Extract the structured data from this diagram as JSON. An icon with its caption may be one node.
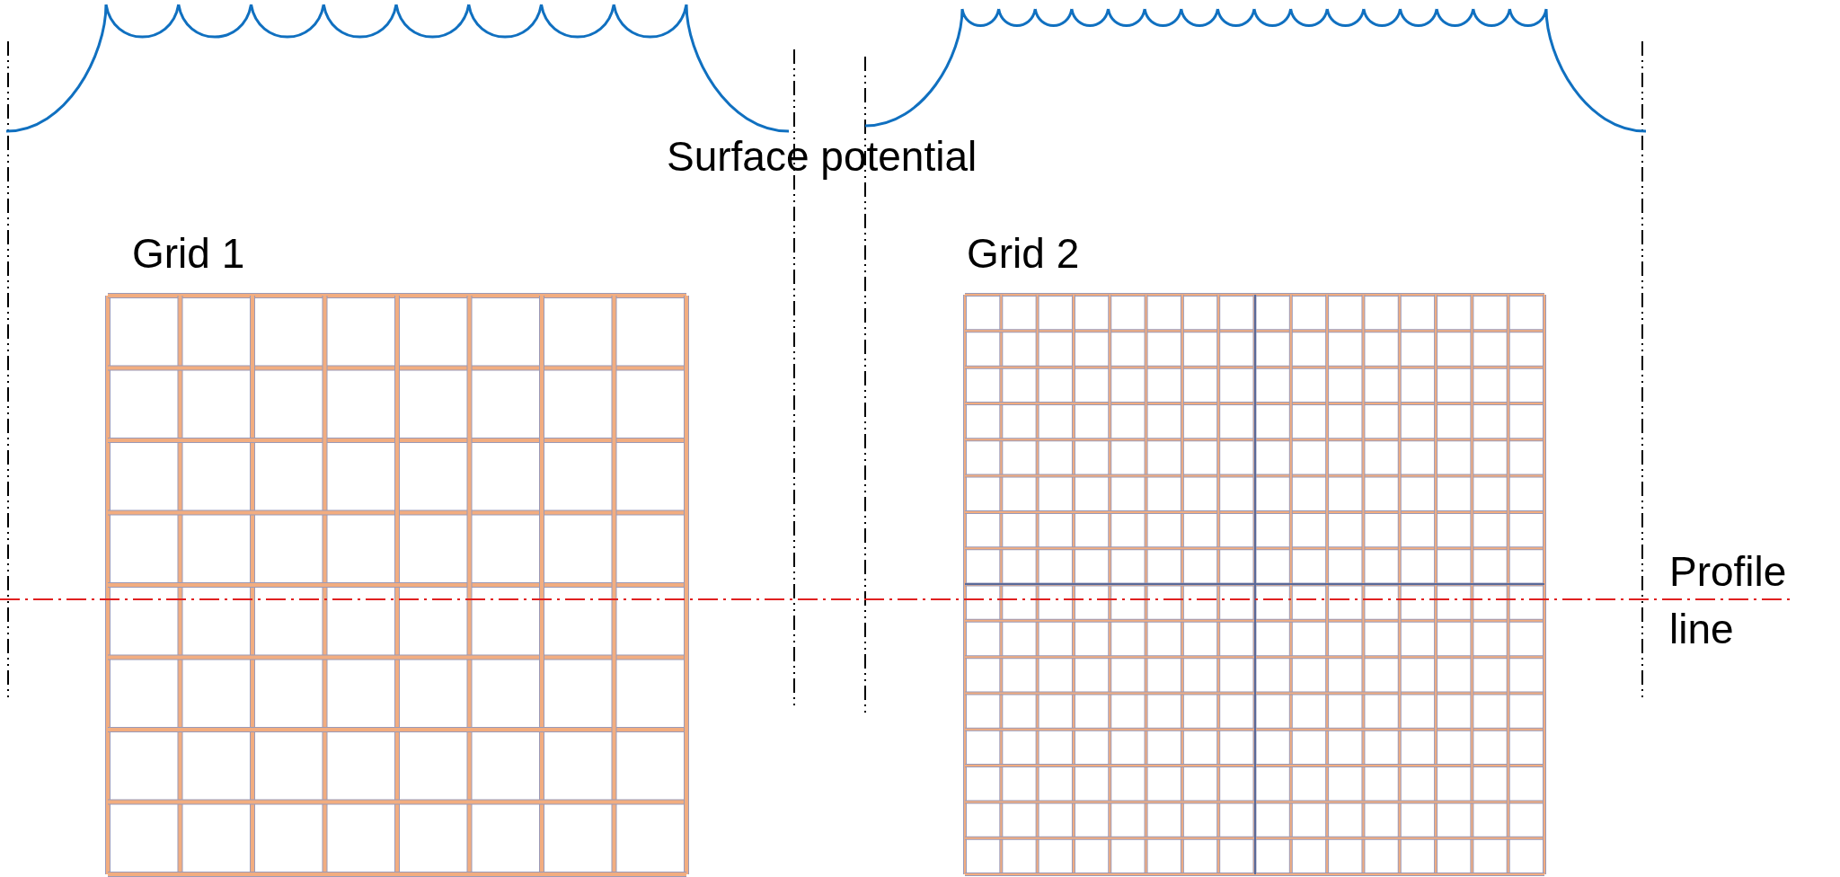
{
  "diagram": {
    "labels": [
      "Surface potential",
      "Grid 1",
      "Grid 2",
      "Profile line"
    ]
  }
}
